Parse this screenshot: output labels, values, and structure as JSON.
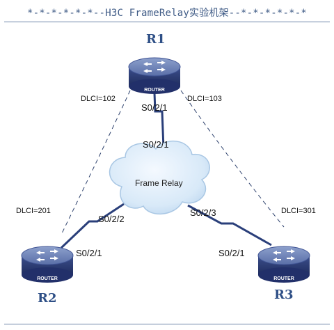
{
  "title": "*-*-*-*-*-*--H3C FrameRelay实验机架--*-*-*-*-*-*",
  "cloud": {
    "label": "Frame Relay"
  },
  "routers": {
    "r1": {
      "name": "R1",
      "badge": "ROUTER"
    },
    "r2": {
      "name": "R2",
      "badge": "ROUTER"
    },
    "r3": {
      "name": "R3",
      "badge": "ROUTER"
    }
  },
  "dlci": {
    "r1_to_r2": "DLCI=102",
    "r1_to_r3": "DLCI=103",
    "r2_to_r1": "DLCI=201",
    "r3_to_r1": "DLCI=301"
  },
  "interfaces": {
    "r1_upper": "S0/2/1",
    "r1_lower": "S0/2/1",
    "cloud_to_r2": "S0/2/2",
    "cloud_to_r3": "S0/2/3",
    "r2": "S0/2/1",
    "r3": "S0/2/1"
  },
  "colors": {
    "title": "#3f5b86",
    "rule": "#6d85a8",
    "router_top": "#6a7fb6",
    "router_side": "#2c3e78",
    "serial_link": "#2a3f7a",
    "pvc_dash": "#2b3f6b",
    "cloud_fill": "#d6e8f7",
    "cloud_stroke": "#aac8e4"
  }
}
